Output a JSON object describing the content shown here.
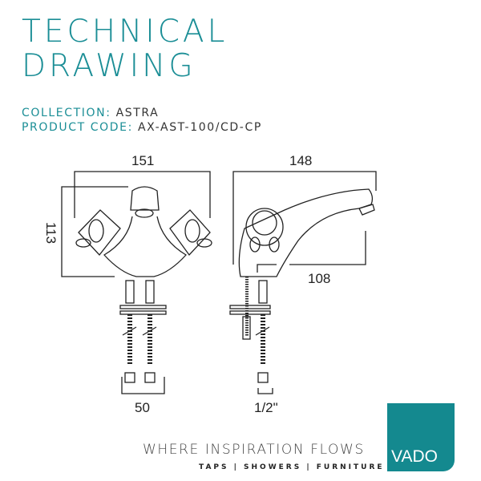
{
  "header": {
    "title_line1": "TECHNICAL",
    "title_line2": "DRAWING"
  },
  "meta": {
    "collection_label": "COLLECTION:",
    "collection_value": "ASTRA",
    "code_label": "PRODUCT CODE:",
    "code_value": "AX-AST-100/CD-CP"
  },
  "dimensions": {
    "front_width": "151",
    "front_height": "113",
    "pipe_spacing": "50",
    "side_width": "148",
    "spout_reach": "108",
    "connection": "1/2\""
  },
  "footer": {
    "tagline": "WHERE INSPIRATION FLOWS",
    "categories": "TAPS | SHOWERS | FURNITURE",
    "logo": "VADO"
  },
  "colors": {
    "accent": "#1b8e96",
    "logo_bg": "#14898f"
  }
}
